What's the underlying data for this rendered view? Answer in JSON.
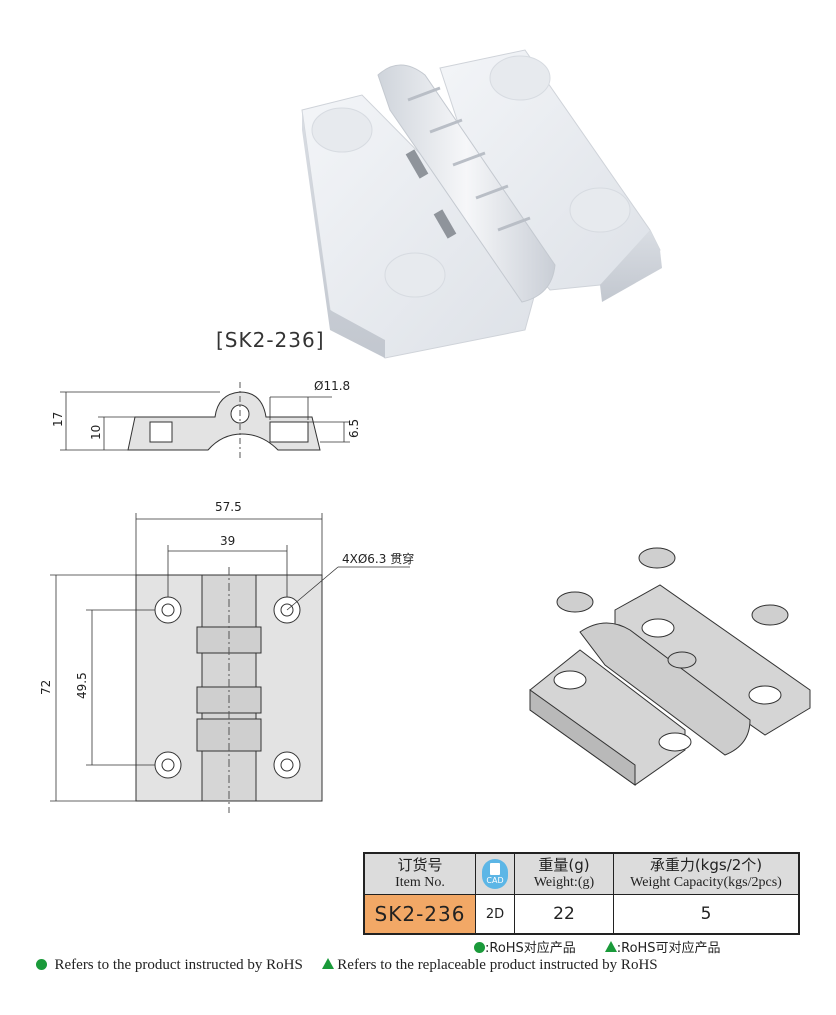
{
  "product_label": "[SK2-236]",
  "side_view": {
    "dims": {
      "pin_diameter": "Ø11.8",
      "overall_height": "17",
      "body_height": "10",
      "leaf_thickness": "6.5"
    }
  },
  "front_view": {
    "dims": {
      "overall_width": "57.5",
      "hole_spacing_x": "39",
      "overall_length": "72",
      "hole_spacing_y": "49.5"
    },
    "hole_callout": "4XØ6.3 贯穿"
  },
  "table": {
    "headers": {
      "item_cn": "订货号",
      "item_en": "Item No.",
      "cad": "CAD",
      "weight_cn": "重量(g)",
      "weight_en": "Weight:(g)",
      "capacity_cn": "承重力(kgs/2个)",
      "capacity_en": "Weight Capacity(kgs/2pcs)"
    },
    "row": {
      "item": "SK2-236",
      "cad": "2D",
      "weight": "22",
      "capacity": "5"
    }
  },
  "rohs_note": {
    "compliant": ":RoHS对应产品",
    "replaceable": ":RoHS可对应产品"
  },
  "legend": {
    "compliant": "Refers to the product instructed by RoHS",
    "replaceable": "Refers to the replaceable product instructed by RoHS"
  },
  "colors": {
    "legend_green": "#1a9a3a",
    "item_highlight": "#f2a866",
    "cad_blue": "#5cb6e6",
    "header_gray": "#dcdcdc"
  }
}
